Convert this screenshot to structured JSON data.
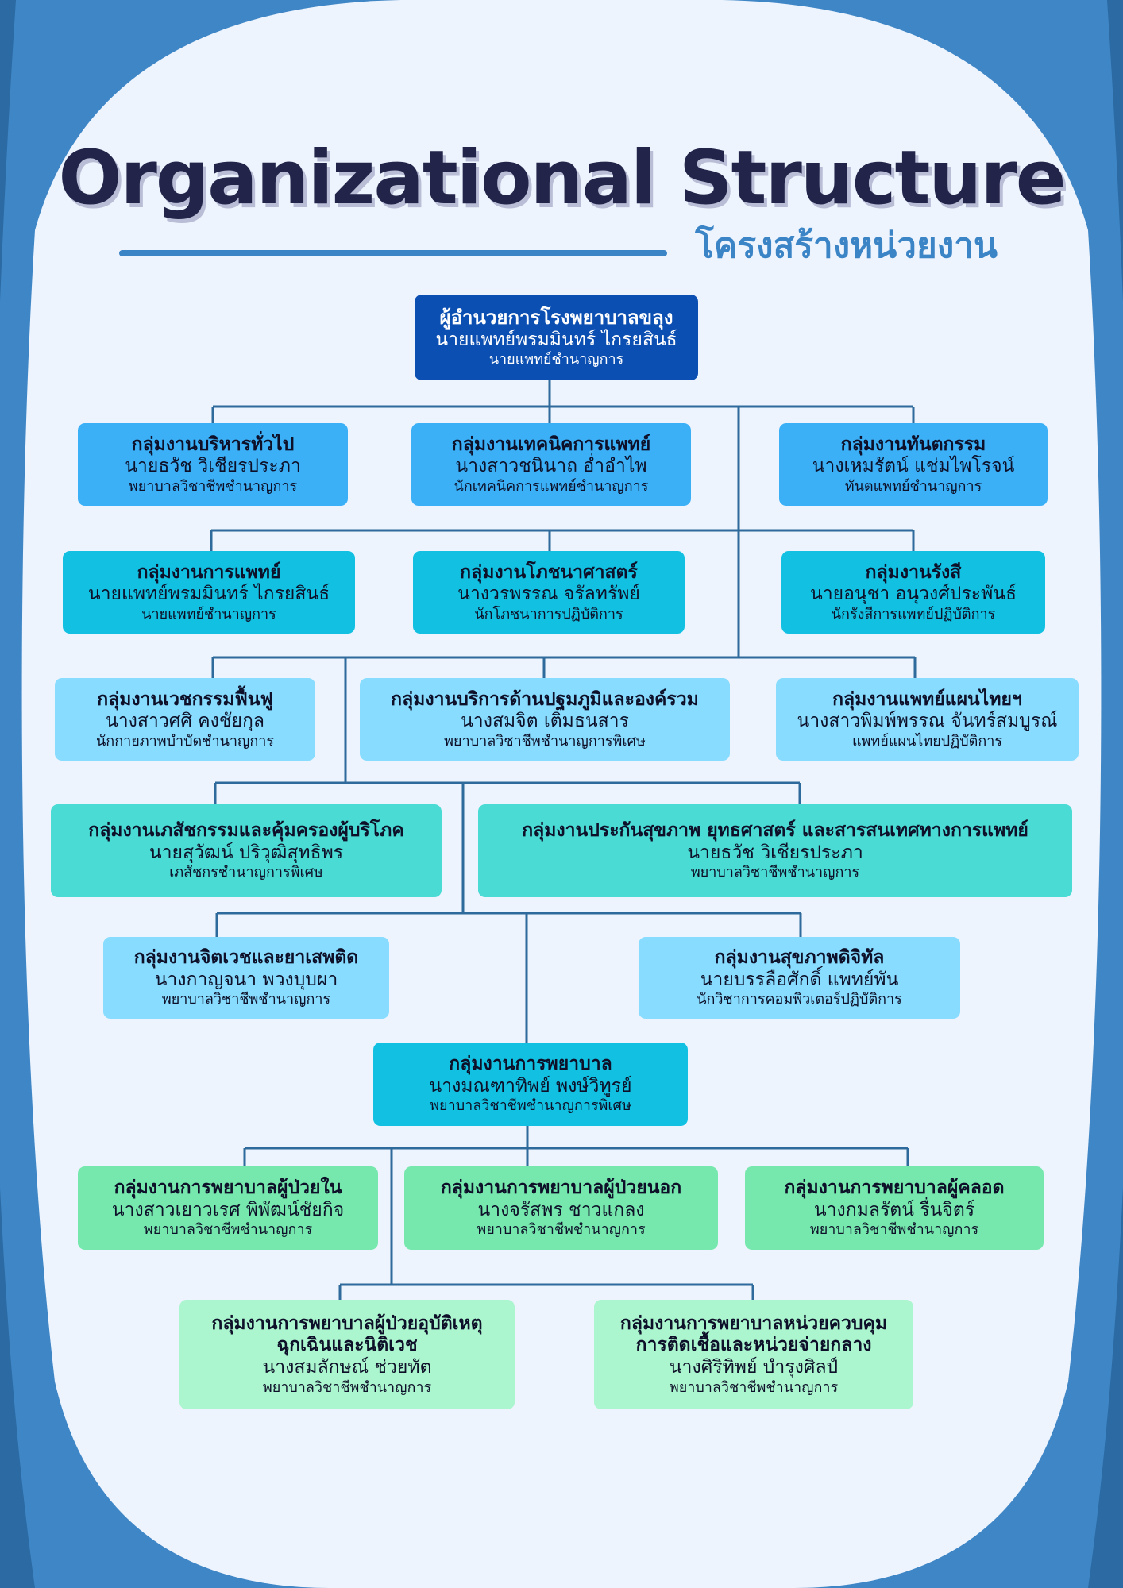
{
  "title": "Organizational Structure",
  "subtitle": "โครงสร้างหน่วยงาน",
  "colors": {
    "background_dark": "#2b6aa3",
    "background_mid": "#3f86c6",
    "page_light": "#eef4fd",
    "title_ink": "#23244a",
    "accent": "#3b84c6",
    "connector": "#2e6a9b",
    "top_box": "#0c4fb2",
    "tier_blue": "#3bb0f7",
    "tier_cyan": "#12c1e1",
    "tier_light_blue": "#88dcff",
    "tier_teal": "#4adbd4",
    "tier_green": "#76e8ae",
    "tier_mint": "#abf5cf"
  },
  "nodes": {
    "director": {
      "group": "ผู้อำนวยการโรงพยาบาลขลุง",
      "name": "นายแพทย์พรมมินทร์ ไกรยสินธ์",
      "position": "นายแพทย์ชำนาญการ"
    },
    "general_admin": {
      "group": "กลุ่มงานบริหารทั่วไป",
      "name": "นายธวัช วิเชียรประภา",
      "position": "พยาบาลวิชาชีพชำนาญการ"
    },
    "medical_tech": {
      "group": "กลุ่มงานเทคนิคการแพทย์",
      "name": "นางสาวชนินาถ อ่ำอำไพ",
      "position": "นักเทคนิคการแพทย์ชำนาญการ"
    },
    "dental": {
      "group": "กลุ่มงานทันตกรรม",
      "name": "นางเหมรัตน์ แช่มไพโรจน์",
      "position": "ทันตแพทย์ชำนาญการ"
    },
    "medical": {
      "group": "กลุ่มงานการแพทย์",
      "name": "นายแพทย์พรมมินทร์ ไกรยสินธ์",
      "position": "นายแพทย์ชำนาญการ"
    },
    "nutrition": {
      "group": "กลุ่มงานโภชนาศาสตร์",
      "name": "นางวรพรรณ จรัลทรัพย์",
      "position": "นักโภชนาการปฏิบัติการ"
    },
    "radiology": {
      "group": "กลุ่มงานรังสี",
      "name": "นายอนุชา อนุวงศ์ประพันธ์",
      "position": "นักรังสีการแพทย์ปฏิบัติการ"
    },
    "rehab": {
      "group": "กลุ่มงานเวชกรรมฟื้นฟู",
      "name": "นางสาวศศิ คงชัยกุล",
      "position": "นักกายภาพบำบัดชำนาญการ"
    },
    "primary_care": {
      "group": "กลุ่มงานบริการด้านปฐมภูมิและองค์รวม",
      "name": "นางสมจิต เติมธนสาร",
      "position": "พยาบาลวิชาชีพชำนาญการพิเศษ"
    },
    "thai_medicine": {
      "group": "กลุ่มงานแพทย์แผนไทยฯ",
      "name": "นางสาวพิมพ์พรรณ จันทร์สมบูรณ์",
      "position": "แพทย์แผนไทยปฏิบัติการ"
    },
    "pharmacy": {
      "group": "กลุ่มงานเภสัชกรรมและคุ้มครองผู้บริโภค",
      "name": "นายสุวัฒน์ ปริวุฒิสุทธิพร",
      "position": "เภสัชกรชำนาญการพิเศษ"
    },
    "insurance": {
      "group": "กลุ่มงานประกันสุขภาพ ยุทธศาสตร์ และสารสนเทศทางการแพทย์",
      "name": "นายธวัช วิเชียรประภา",
      "position": "พยาบาลวิชาชีพชำนาญการ"
    },
    "psychiatry": {
      "group": "กลุ่มงานจิตเวชและยาเสพติด",
      "name": "นางกาญจนา พวงบุบผา",
      "position": "พยาบาลวิชาชีพชำนาญการ"
    },
    "digital_health": {
      "group": "กลุ่มงานสุขภาพดิจิทัล",
      "name": "นายบรรลือศักดิ์ แพทย์พัน",
      "position": "นักวิชาการคอมพิวเตอร์ปฏิบัติการ"
    },
    "nursing": {
      "group": "กลุ่มงานการพยาบาล",
      "name": "นางมณฑาทิพย์ พงษ์วิทูรย์",
      "position": "พยาบาลวิชาชีพชำนาญการพิเศษ"
    },
    "inpatient": {
      "group": "กลุ่มงานการพยาบาลผู้ป่วยใน",
      "name": "นางสาวเยาวเรศ พิพัฒน์ชัยกิจ",
      "position": "พยาบาลวิชาชีพชำนาญการ"
    },
    "outpatient": {
      "group": "กลุ่มงานการพยาบาลผู้ป่วยนอก",
      "name": "นางจรัสพร ชาวแกลง",
      "position": "พยาบาลวิชาชีพชำนาญการ"
    },
    "maternity": {
      "group": "กลุ่มงานการพยาบาลผู้คลอด",
      "name": "นางกมลรัตน์ รื่นจิตร์",
      "position": "พยาบาลวิชาชีพชำนาญการ"
    },
    "emergency": {
      "group_line1": "กลุ่มงานการพยาบาลผู้ป่วยอุบัติเหตุ",
      "group_line2": "ฉุกเฉินและนิติเวช",
      "name": "นางสมลักษณ์ ช่วยทัต",
      "position": "พยาบาลวิชาชีพชำนาญการ"
    },
    "infection_control": {
      "group_line1": "กลุ่มงานการพยาบาลหน่วยควบคุม",
      "group_line2": "การติดเชื้อและหน่วยจ่ายกลาง",
      "name": "นางศิริทิพย์ บำรุงศิลป์",
      "position": "พยาบาลวิชาชีพชำนาญการ"
    }
  }
}
